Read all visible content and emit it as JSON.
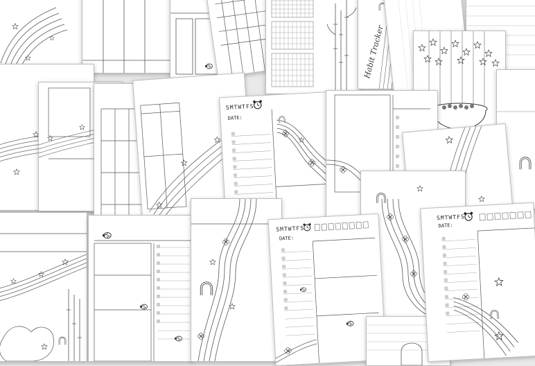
{
  "planner": {
    "weekday_letters": "SMTWTFS",
    "date_label": "DATE:",
    "habit_title": "Habit Tracker"
  },
  "colors": {
    "background": "#e9e9e9",
    "paper": "#ffffff",
    "line_art": "#555555"
  },
  "icons": [
    "rainbow-icon",
    "star-icon",
    "clover-icon",
    "horseshoe-icon",
    "ladybug-icon",
    "alarm-clock-icon",
    "bamboo-icon",
    "pot-of-gold-icon"
  ]
}
